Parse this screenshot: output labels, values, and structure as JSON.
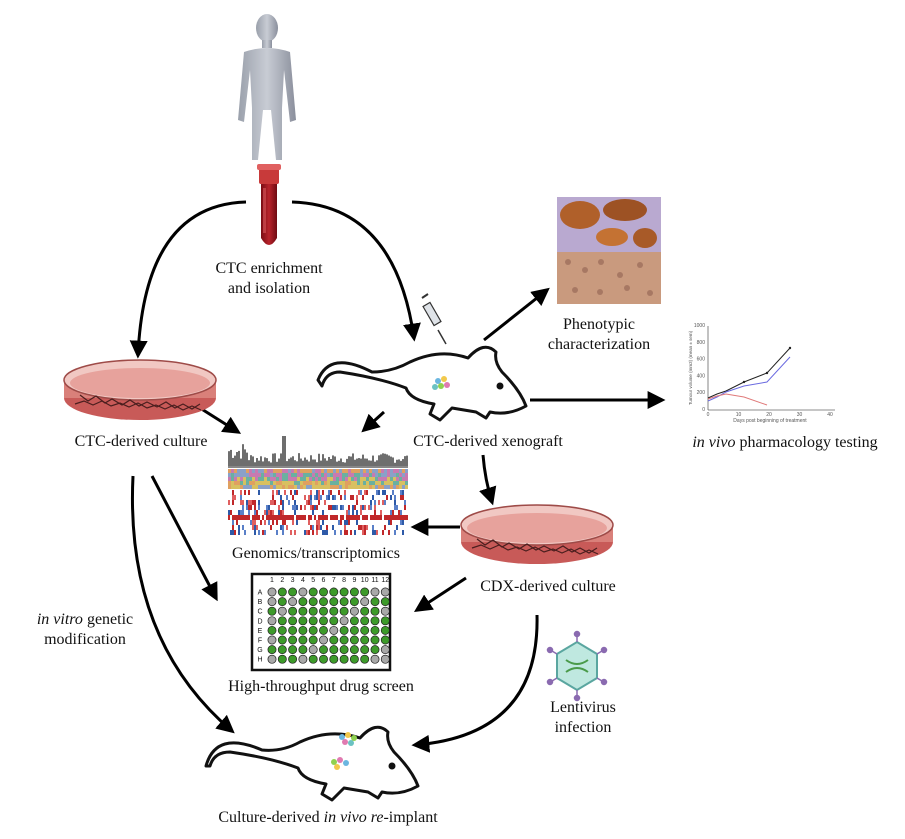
{
  "labels": {
    "enrichment_line1": "CTC enrichment",
    "enrichment_line2": "and isolation",
    "ctc_culture": "CTC-derived culture",
    "ctc_xenograft": "CTC-derived xenograft",
    "phenotypic_line1": "Phenotypic",
    "phenotypic_line2": "characterization",
    "pharm_italic": "in vivo",
    "pharm_rest": " pharmacology testing",
    "genomics": "Genomics/transcriptomics",
    "cdx_culture": "CDX-derived culture",
    "genetic_italic": "in vitro",
    "genetic_rest": " genetic",
    "genetic_line2": "modification",
    "drug_screen": "High-throughput drug screen",
    "lentivirus_line1": "Lentivirus",
    "lentivirus_line2": "infection",
    "reimplant_pre": "Culture-derived ",
    "reimplant_italic1": "in vivo re",
    "reimplant_post": "-implant"
  },
  "plate": {
    "columns": [
      "1",
      "2",
      "3",
      "4",
      "5",
      "6",
      "7",
      "8",
      "9",
      "10",
      "11",
      "12"
    ],
    "rows": [
      "A",
      "B",
      "C",
      "D",
      "E",
      "F",
      "G",
      "H"
    ]
  },
  "mini_chart": {
    "ylabel": "Tumour volume (mm3) (mean ± sem)",
    "xlabel": "Days post beginning of treatment",
    "yticks": [
      "0",
      "200",
      "400",
      "600",
      "800",
      "1000"
    ],
    "xticks": [
      "0",
      "10",
      "20",
      "30",
      "40"
    ]
  },
  "colors": {
    "blood": "#a01820",
    "dish": "#d9807a",
    "well_green": "#3d9a2a",
    "well_grey": "#a8a8a8",
    "figure": "#8a8f9c"
  }
}
